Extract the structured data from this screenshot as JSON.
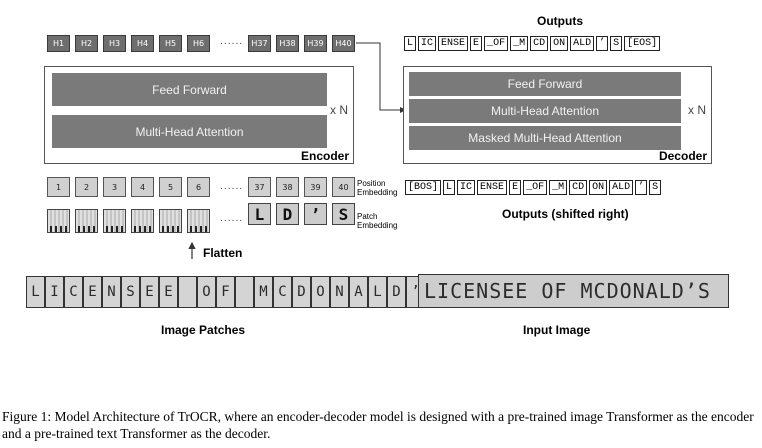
{
  "outputs_title": "Outputs",
  "outputs_tokens": [
    "L",
    "IC",
    "ENSE",
    "E",
    "_OF",
    "_M",
    "CD",
    "ON",
    "ALD",
    "’",
    "S",
    "[EOS]"
  ],
  "hidden_states": {
    "left": [
      "H1",
      "H2",
      "H3",
      "H4",
      "H5",
      "H6"
    ],
    "ellipsis": "......",
    "right": [
      "H37",
      "H38",
      "H39",
      "H40"
    ]
  },
  "encoder": {
    "feed_forward": "Feed Forward",
    "attention": "Multi-Head Attention",
    "repeat": "x N",
    "label": "Encoder"
  },
  "decoder": {
    "feed_forward": "Feed Forward",
    "attention": "Multi-Head Attention",
    "masked_attention": "Masked Multi-Head Attention",
    "repeat": "x N",
    "label": "Decoder"
  },
  "positions": {
    "left": [
      "1",
      "2",
      "3",
      "4",
      "5",
      "6"
    ],
    "ellipsis": "......",
    "right": [
      "37",
      "38",
      "39",
      "40"
    ],
    "label_line1": "Position",
    "label_line2": "Embedding"
  },
  "patch_embedding": {
    "ellipsis": "......",
    "right_glyphs": [
      "L",
      "D",
      "’",
      "S"
    ],
    "label_line1": "Patch",
    "label_line2": "Embedding"
  },
  "shifted_tokens": [
    "[BOS]",
    "L",
    "IC",
    "ENSE",
    "E",
    "_OF",
    "_M",
    "CD",
    "ON",
    "ALD",
    "’",
    "S"
  ],
  "shifted_title": "Outputs (shifted right)",
  "flatten_label": "Flatten",
  "image_patches_text": "LICENSEE OF MCDONALD’S",
  "image_patches_label": "Image Patches",
  "input_image_text": "LICENSEE OF MCDONALD’S",
  "input_image_label": "Input Image",
  "figure_caption": "Figure 1: Model Architecture of TrOCR, where an encoder-decoder model is designed with a pre-trained image Transformer as the encoder and a pre-trained text Transformer as the decoder."
}
